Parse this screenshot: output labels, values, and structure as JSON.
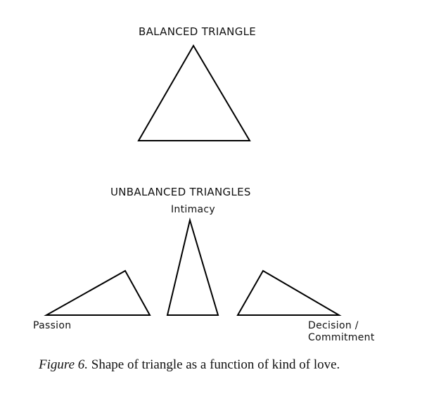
{
  "balanced": {
    "title": "BALANCED TRIANGLE"
  },
  "unbalanced": {
    "title": "UNBALANCED TRIANGLES",
    "labels": {
      "intimacy": "Intimacy",
      "passion": "Passion",
      "decision_line1": "Decision /",
      "decision_line2": "Commitment"
    }
  },
  "caption": {
    "figure": "Figure 6.",
    "text": " Shape of triangle as a function of kind of love."
  }
}
